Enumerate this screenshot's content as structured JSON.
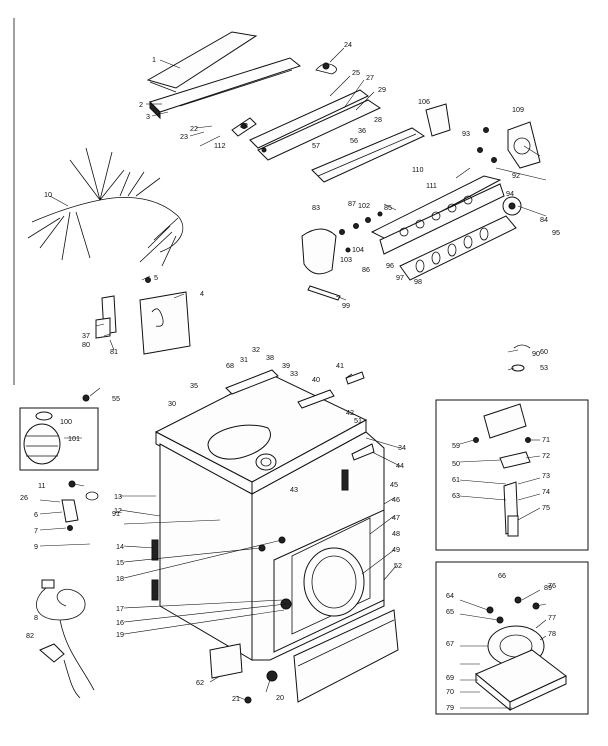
{
  "callouts": {
    "c1": "1",
    "c2": "2",
    "c3": "3",
    "c4": "4",
    "c5": "5",
    "c6": "6",
    "c7": "7",
    "c8": "8",
    "c9": "9",
    "c10": "10",
    "c11": "11",
    "c12": "12",
    "c13": "13",
    "c14": "14",
    "c15": "15",
    "c16": "16",
    "c17": "17",
    "c18": "18",
    "c19": "19",
    "c20": "20",
    "c21": "21",
    "c22": "22",
    "c23": "23",
    "c24": "24",
    "c25": "25",
    "c26": "26",
    "c27": "27",
    "c28": "28",
    "c29": "29",
    "c30": "30",
    "c31": "31",
    "c32": "32",
    "c33": "33",
    "c34": "34",
    "c35": "35",
    "c36": "36",
    "c37": "37",
    "c38": "38",
    "c39": "39",
    "c40": "40",
    "c41": "41",
    "c42": "42",
    "c43": "43",
    "c44": "44",
    "c45": "45",
    "c46": "46",
    "c47": "47",
    "c48": "48",
    "c49": "49",
    "c50": "50",
    "c51": "51",
    "c52": "52",
    "c53": "53",
    "c55": "55",
    "c56": "56",
    "c57": "57",
    "c59": "59",
    "c60": "60",
    "c61": "61",
    "c62": "62",
    "c63": "63",
    "c64": "64",
    "c65": "65",
    "c66": "66",
    "c67": "67",
    "c68": "68",
    "c69": "69",
    "c70": "70",
    "c71": "71",
    "c72": "72",
    "c73": "73",
    "c74": "74",
    "c75": "75",
    "c76": "76",
    "c77": "77",
    "c78": "78",
    "c79": "79",
    "c80": "80",
    "c81": "81",
    "c82": "82",
    "c83": "83",
    "c84": "84",
    "c85": "85",
    "c86": "86",
    "c87": "87",
    "c88": "88",
    "c89": "89",
    "c90": "90",
    "c91": "91",
    "c92": "92",
    "c93": "93",
    "c94": "94",
    "c95": "95",
    "c96": "96",
    "c97": "97",
    "c98": "98",
    "c99": "99",
    "c100": "100",
    "c101": "101",
    "c102": "102",
    "c103": "103",
    "c104": "104",
    "c106": "106",
    "c109": "109",
    "c110": "110",
    "c111": "111",
    "c112": "112"
  }
}
